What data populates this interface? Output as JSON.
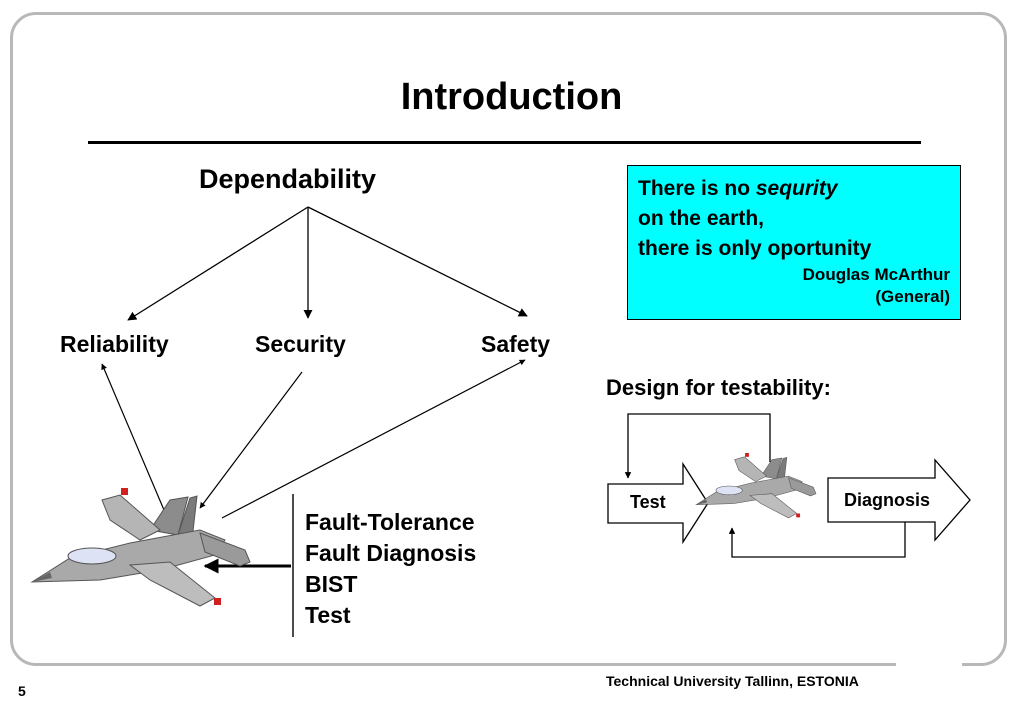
{
  "slide": {
    "title": "Introduction",
    "page_number": "5",
    "footer": "Technical University Tallinn, ESTONIA"
  },
  "dependability": {
    "root": "Dependability",
    "children": [
      "Reliability",
      "Security",
      "Safety"
    ]
  },
  "quote": {
    "line1_prefix": "There is no ",
    "line1_emphasis": "sequrity",
    "line2": "on the earth,",
    "line3": "there is only oportunity",
    "author": "Douglas McArthur",
    "role": "(General)"
  },
  "techniques": [
    "Fault-Tolerance",
    "Fault Diagnosis",
    "BIST",
    "Test"
  ],
  "testability": {
    "heading": "Design for testability:",
    "test_label": "Test",
    "diagnosis_label": "Diagnosis"
  },
  "colors": {
    "quote_background": "#00ffff",
    "frame": "#b8b8b8",
    "aircraft": "#a9a9a9"
  }
}
